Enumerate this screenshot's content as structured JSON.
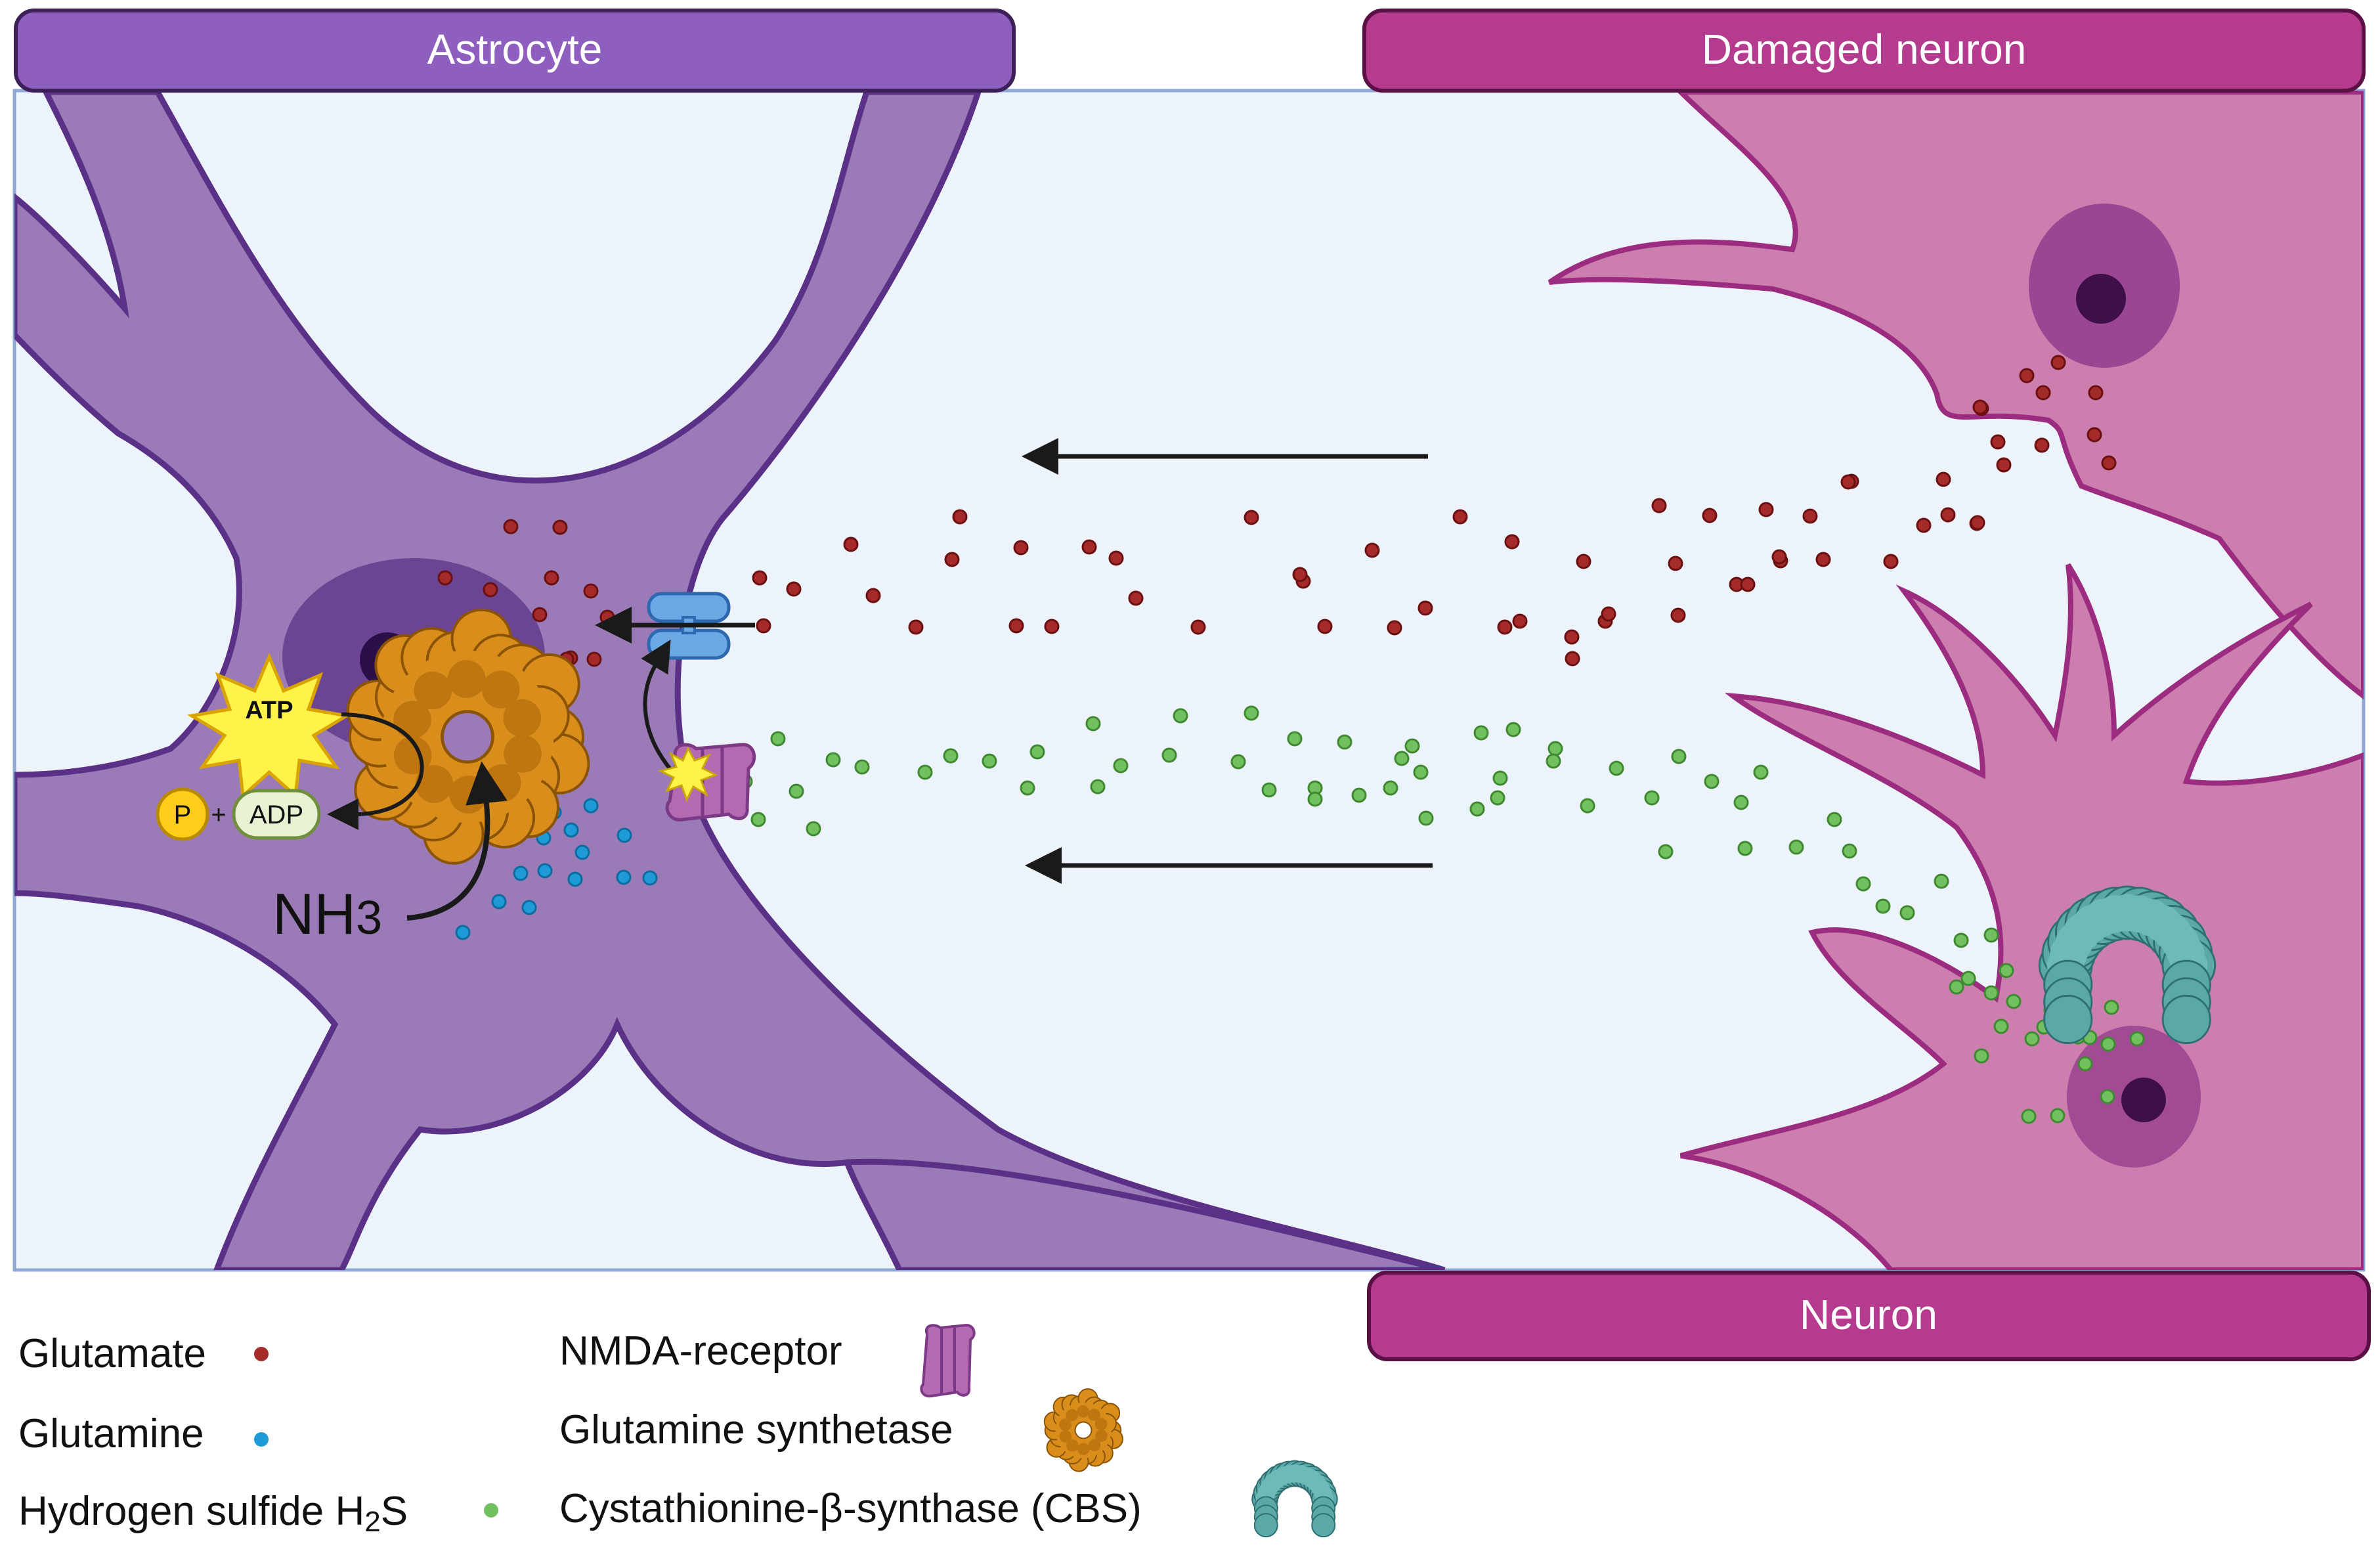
{
  "banners": {
    "astrocyte": "Astrocyte",
    "damaged_neuron": "Damaged neuron",
    "neuron": "Neuron"
  },
  "molecules": {
    "atp": "ATP",
    "phosphate": "P",
    "plus": "+",
    "adp": "ADP",
    "ammonia_main": "NH",
    "ammonia_sub": "3"
  },
  "legend": {
    "glutamate": "Glutamate",
    "glutamine": "Glutamine",
    "h2s_main": "Hydrogen sulfide H",
    "h2s_sub": "2",
    "h2s_end": "S",
    "nmda": "NMDA-receptor",
    "glutamine_synthetase": "Glutamine synthetase",
    "cbs": "Cystathionine-β-synthase (CBS)"
  },
  "colors": {
    "glutamate": "#a52a2a",
    "glutamine": "#1e9bd7",
    "h2s": "#72c160",
    "astrocyte_fill": "#9a7bb8",
    "astrocyte_stroke": "#5b3187",
    "neuron_fill": "#cc7fae",
    "neuron_stroke": "#9b2c7f",
    "background": "#edf3fb",
    "banner_astrocyte": "#8f5fbf",
    "banner_neuron": "#b43b8e"
  },
  "icons": [
    "arrow-left-icon",
    "nmda-receptor-icon",
    "glutamine-synthetase-icon",
    "cbs-enzyme-icon",
    "atp-burst-icon",
    "transporter-icon"
  ]
}
